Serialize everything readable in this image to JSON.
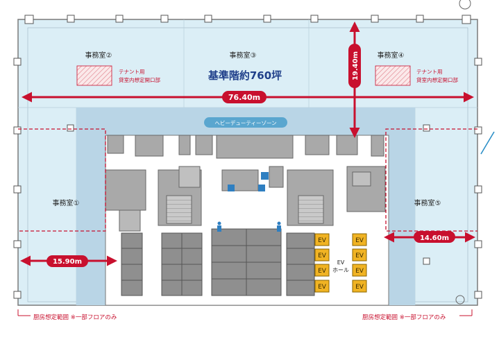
{
  "rooms": {
    "office1": "事務室①",
    "office2": "事務室②",
    "office3": "事務室③",
    "office4": "事務室④",
    "office5": "事務室⑤"
  },
  "headline": "基準階約760坪",
  "tenant_note": {
    "line1": "テナント用",
    "line2": "貸室内想定開口部"
  },
  "heavy_duty_zone": "ヘビーデューティーゾーン",
  "dimensions": {
    "width": "76.40m",
    "depth": "19.40m",
    "left_span": "15.90m",
    "right_span": "14.60m"
  },
  "elevator": {
    "car_label": "EV",
    "hall_line1": "EV",
    "hall_line2": "ホール"
  },
  "kitchen_note": "厨房想定範囲 ※一部フロアのみ",
  "colors": {
    "office_fill": "#dbeef6",
    "core_fill": "#a9a9a9",
    "heavy_zone_fill": "#b9d5e6",
    "accent_red": "#c8102e",
    "elevator_fill": "#f0b323",
    "dim_label_bg": "#c8102e"
  }
}
